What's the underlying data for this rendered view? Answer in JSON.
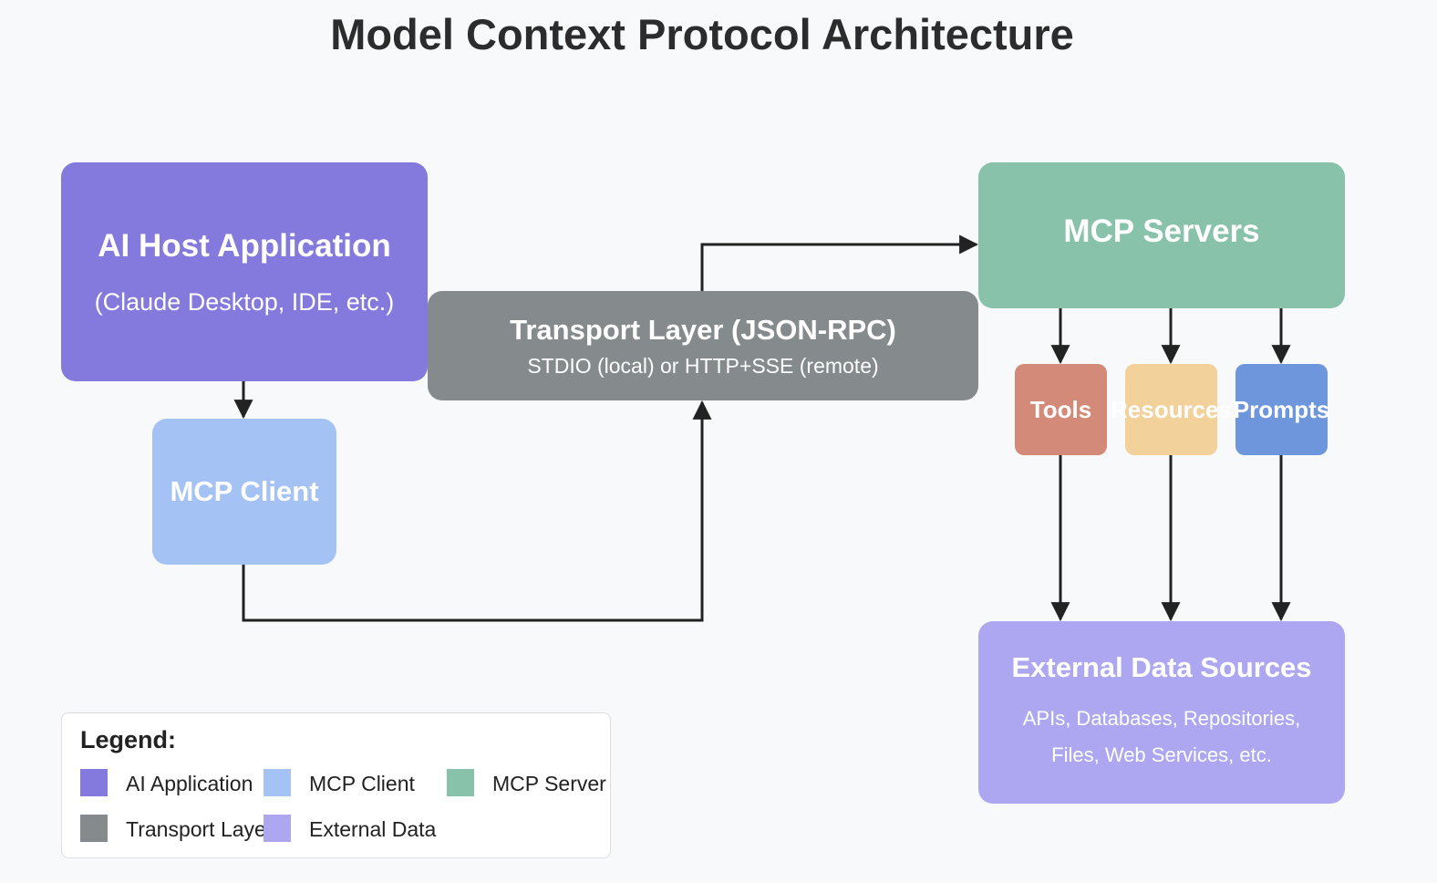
{
  "title": "Model Context Protocol Architecture",
  "nodes": {
    "host": {
      "label": "AI Host Application",
      "sublabel": "(Claude Desktop, IDE, etc.)",
      "color": "#8479dc"
    },
    "client": {
      "label": "MCP Client",
      "color": "#a4c2f3"
    },
    "transport": {
      "label": "Transport Layer (JSON-RPC)",
      "sublabel": "STDIO (local) or HTTP+SSE (remote)",
      "color": "#858a8d"
    },
    "servers": {
      "label": "MCP Servers",
      "color": "#88c2aa"
    },
    "tools": {
      "label": "Tools",
      "color": "#d48a78"
    },
    "resources": {
      "label": "Resources",
      "color": "#f2d19b"
    },
    "prompts": {
      "label": "Prompts",
      "color": "#6d96dc"
    },
    "external": {
      "label": "External Data Sources",
      "sublabel": "APIs, Databases, Repositories, Files, Web Services, etc.",
      "color": "#aca7f0"
    }
  },
  "legend": {
    "title": "Legend:",
    "items": [
      {
        "label": "AI Application",
        "color": "#8479dc"
      },
      {
        "label": "MCP Client",
        "color": "#a4c2f3"
      },
      {
        "label": "MCP Server",
        "color": "#88c2aa"
      },
      {
        "label": "Transport Layer",
        "color": "#858a8d"
      },
      {
        "label": "External Data",
        "color": "#aca7f0"
      }
    ]
  }
}
